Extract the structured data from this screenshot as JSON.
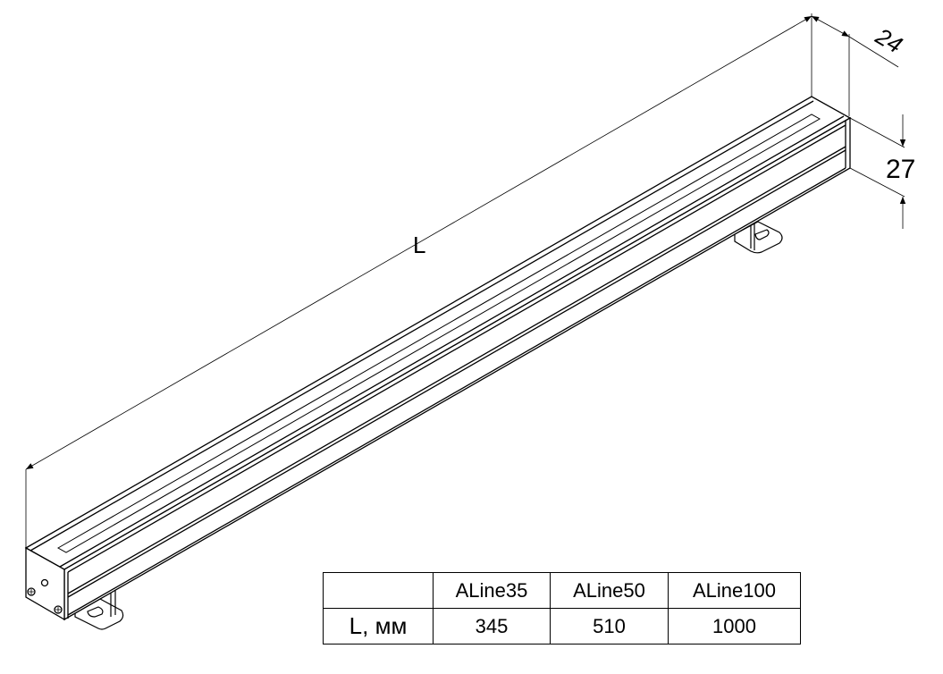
{
  "dimensions": {
    "length_label": "L",
    "width_label": "24",
    "height_label": "27"
  },
  "table": {
    "header": [
      "",
      "ALine35",
      "ALine50",
      "ALine100"
    ],
    "row_label": "L, мм",
    "values": [
      "345",
      "510",
      "1000"
    ]
  }
}
